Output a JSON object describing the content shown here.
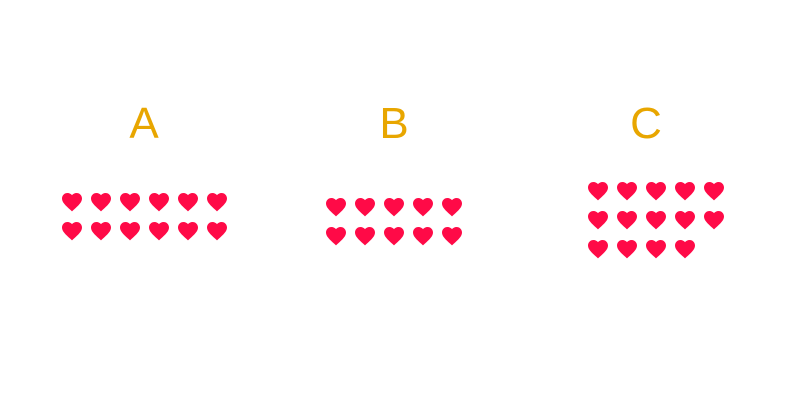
{
  "colors": {
    "label": "#E8A600",
    "heart": "#FF0A47",
    "background": "#FFFFFF"
  },
  "icon": "heart-icon",
  "groups": [
    {
      "label": "A",
      "rows": [
        6,
        6
      ],
      "total": 12
    },
    {
      "label": "B",
      "rows": [
        5,
        5
      ],
      "total": 10
    },
    {
      "label": "C",
      "rows": [
        5,
        5,
        4
      ],
      "total": 14
    }
  ]
}
